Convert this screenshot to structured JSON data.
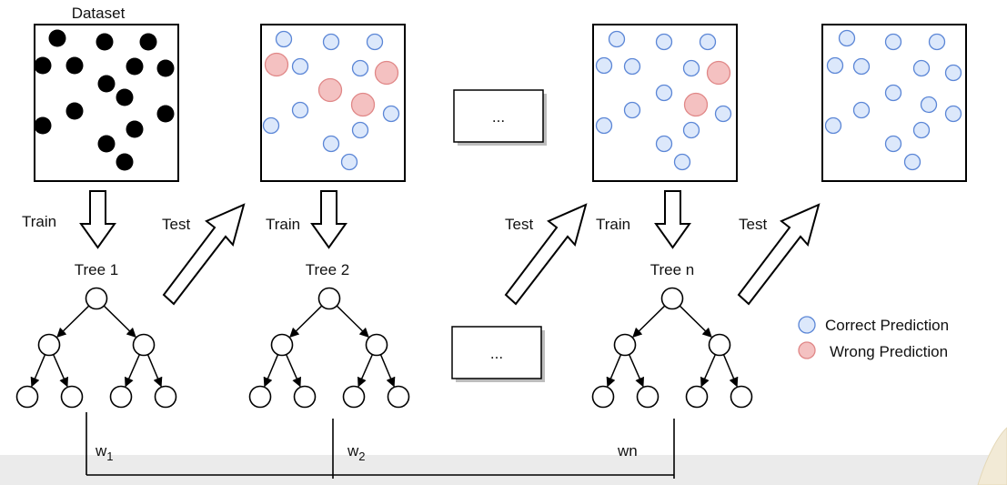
{
  "diagram": {
    "dataset_label": "Dataset",
    "train_label": "Train",
    "test_label": "Test",
    "trees": [
      "Tree 1",
      "Tree 2",
      "Tree n"
    ],
    "ellipsis": "...",
    "weights": {
      "w1_base": "w",
      "w1_sub": "1",
      "w2_base": "w",
      "w2_sub": "2",
      "wn": "wn"
    },
    "legend": {
      "correct": "Correct Prediction",
      "wrong": "Wrong Prediction"
    }
  },
  "colors": {
    "correct_fill": "#dce8fb",
    "correct_stroke": "#5b86d6",
    "wrong_fill": "#f4c1c1",
    "wrong_stroke": "#e08787",
    "dot": "#000000",
    "footer_band": "#ebebeb"
  }
}
